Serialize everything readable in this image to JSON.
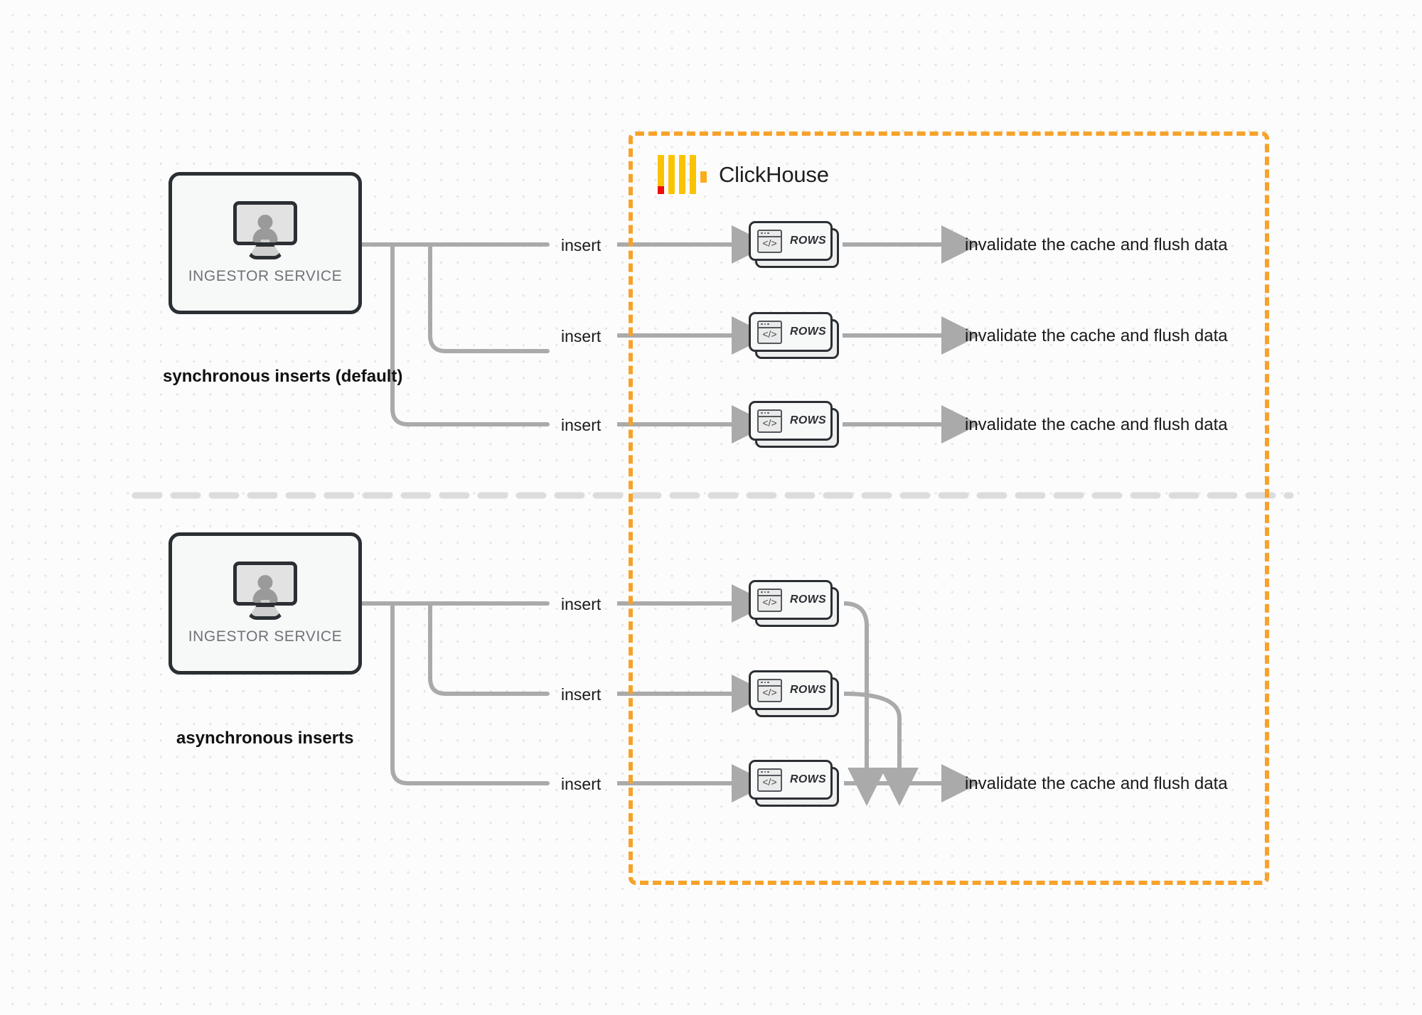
{
  "diagram": {
    "background": "#fcfcfc",
    "dot_color": "#e6e6e6",
    "divider_color": "#dcdcdc",
    "wire_color": "#aaaaaa",
    "boundary_color": "#f7a22a",
    "node_border_color": "#2b2f33"
  },
  "clickhouse": {
    "title": "ClickHouse",
    "logo_name": "clickhouse-logo",
    "logo_bar_color": "#fac300",
    "logo_accent_color": "#f10a0a"
  },
  "sections": [
    {
      "id": "sync",
      "caption": "synchronous inserts (default)",
      "ingestor": {
        "label": "INGESTOR SERVICE",
        "icon": "monitor-user-icon"
      },
      "rows": [
        {
          "card_label": "ROWS",
          "icon": "code-window-icon",
          "insert_label": "insert",
          "result_label": "invalidate the cache and flush data"
        },
        {
          "card_label": "ROWS",
          "icon": "code-window-icon",
          "insert_label": "insert",
          "result_label": "invalidate the cache and flush data"
        },
        {
          "card_label": "ROWS",
          "icon": "code-window-icon",
          "insert_label": "insert",
          "result_label": "invalidate the cache and flush data"
        }
      ]
    },
    {
      "id": "async",
      "caption": "asynchronous inserts",
      "ingestor": {
        "label": "INGESTOR SERVICE",
        "icon": "monitor-user-icon"
      },
      "rows": [
        {
          "card_label": "ROWS",
          "icon": "code-window-icon",
          "insert_label": "insert",
          "result_label": ""
        },
        {
          "card_label": "ROWS",
          "icon": "code-window-icon",
          "insert_label": "insert",
          "result_label": ""
        },
        {
          "card_label": "ROWS",
          "icon": "code-window-icon",
          "insert_label": "insert",
          "result_label": "invalidate the cache and flush data"
        }
      ]
    }
  ]
}
